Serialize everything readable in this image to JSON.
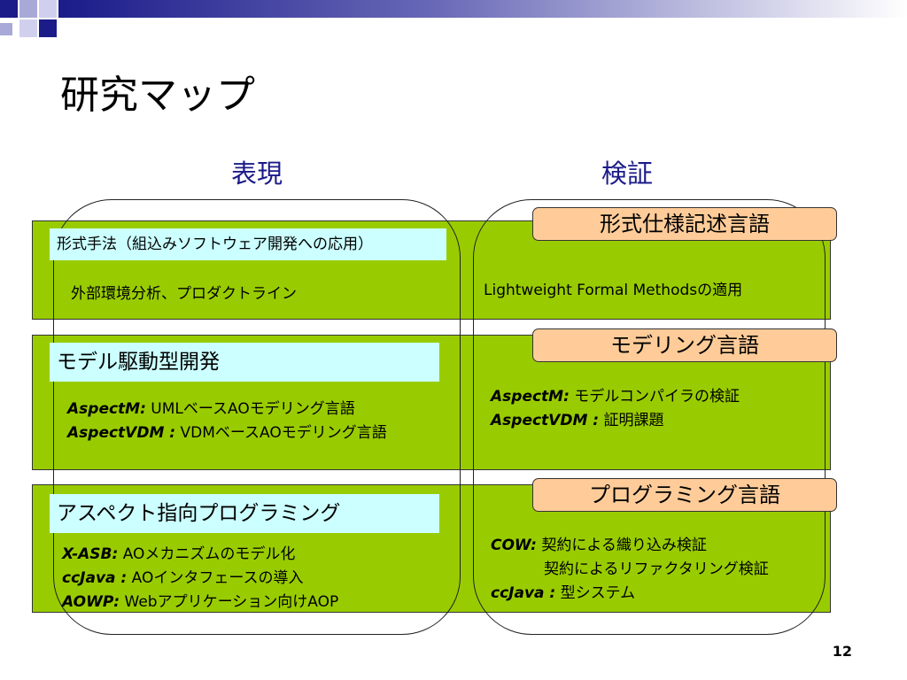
{
  "slide": {
    "title": "研究マップ",
    "col_left": "表現",
    "col_right": "検証",
    "page_number": "12"
  },
  "rows": [
    {
      "left_label": "形式手法（組込みソフトウェア開発への応用）",
      "right_label": "形式仕様記述言語",
      "left_items": [
        {
          "em": "",
          "text": "外部環境分析、プロダクトライン"
        }
      ],
      "right_items": [
        {
          "em": "",
          "text": "Lightweight Formal Methodsの適用"
        }
      ]
    },
    {
      "left_label": "モデル駆動型開発",
      "right_label": "モデリング言語",
      "left_items": [
        {
          "em": "AspectM:",
          "text": " UMLベースAOモデリング言語"
        },
        {
          "em": "AspectVDM :",
          "text": " VDMベースAOモデリング言語"
        }
      ],
      "right_items": [
        {
          "em": "AspectM:",
          "text": " モデルコンパイラの検証"
        },
        {
          "em": "AspectVDM :",
          "text": " 証明課題"
        }
      ]
    },
    {
      "left_label": "アスペクト指向プログラミング",
      "right_label": "プログラミング言語",
      "left_items": [
        {
          "em": "X-ASB:",
          "text": " AOメカニズムのモデル化"
        },
        {
          "em": "ccJava :",
          "text": " AOインタフェースの導入"
        },
        {
          "em": "AOWP:",
          "text": " Webアプリケーション向けAOP"
        }
      ],
      "right_items": [
        {
          "em": "COW:",
          "text": " 契約による織り込み検証"
        },
        {
          "em": "",
          "text": "契約によるリファクタリング検証"
        },
        {
          "em": "ccJava :",
          "text": " 型システム"
        }
      ]
    }
  ],
  "colors": {
    "band": "#99cc00",
    "label_cyan": "#ccffff",
    "label_peach": "#ffcc99",
    "heading": "#1b1b8a",
    "deco_navy": "#1b1b8a",
    "deco_light": "#a9a9d8"
  }
}
